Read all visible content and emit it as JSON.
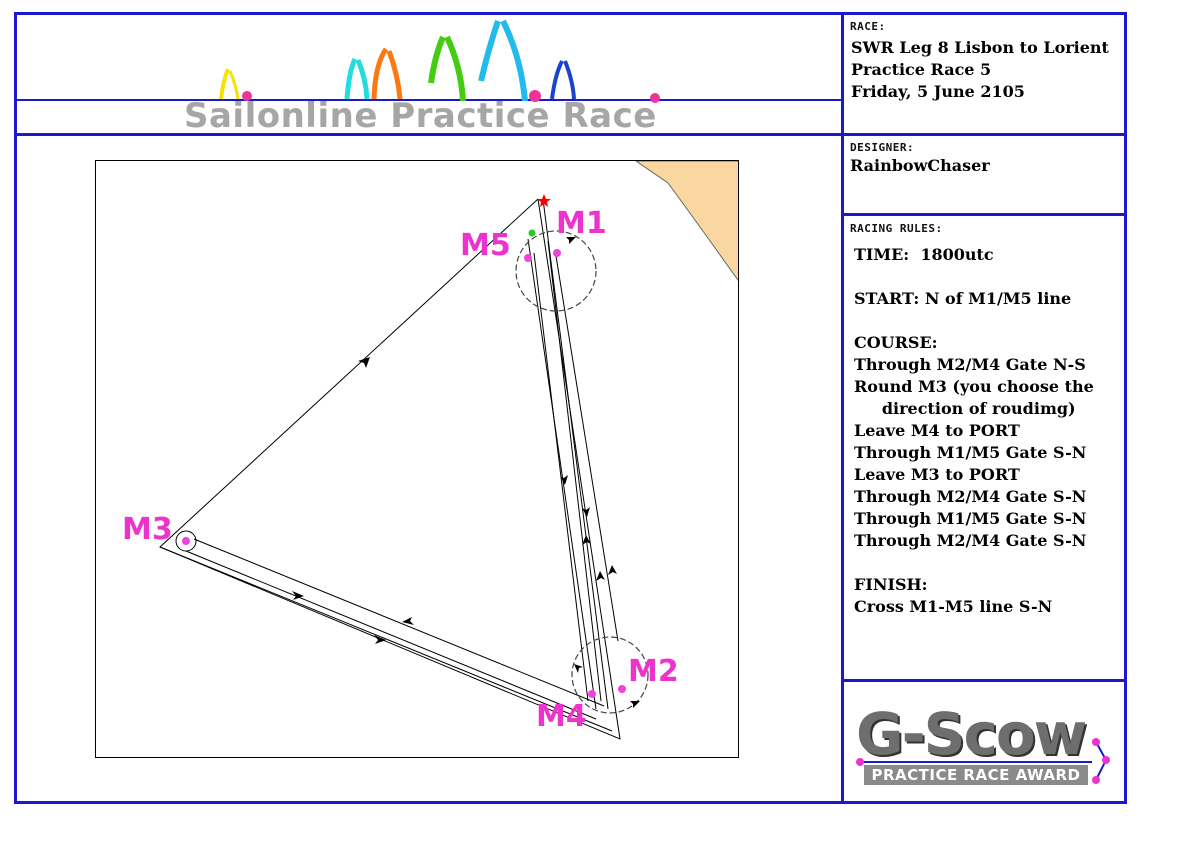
{
  "header": {
    "title": "Sailonline Practice Race"
  },
  "race_panel": {
    "label": "RACE:",
    "line1": "SWR Leg 8 Lisbon to Lorient",
    "line2": "Practice Race 5",
    "line3": "Friday, 5 June 2105"
  },
  "designer_panel": {
    "label": "DESIGNER:",
    "name": "RainbowChaser"
  },
  "rules_panel": {
    "label": "RACING RULES:",
    "lines": [
      "TIME:  1800utc",
      "",
      "START: N of M1/M5 line",
      "",
      "COURSE:",
      "Through M2/M4 Gate N-S",
      "Round M3 (you choose the",
      "     direction of roudimg)",
      "Leave M4 to PORT",
      "Through M1/M5 Gate S-N",
      "Leave M3 to PORT",
      "Through M2/M4 Gate S-N",
      "Through M1/M5 Gate S-N",
      "Through M2/M4 Gate S-N",
      "",
      "FINISH:",
      "Cross M1-M5 line S-N"
    ]
  },
  "award": {
    "word": "G-Scow",
    "subtitle": "PRACTICE RACE AWARD"
  },
  "map": {
    "marks": {
      "m1": "M1",
      "m2": "M2",
      "m3": "M3",
      "m4": "M4",
      "m5": "M5"
    },
    "colors": {
      "mark_label": "#ee33cc",
      "mark_dot": "#ee44dd",
      "land": "#fad7a0",
      "start_star": "#ff0000",
      "green_dot": "#22cc22"
    }
  },
  "colors": {
    "frame": "#1a1acc",
    "banner_text": "#a6a6a6"
  }
}
